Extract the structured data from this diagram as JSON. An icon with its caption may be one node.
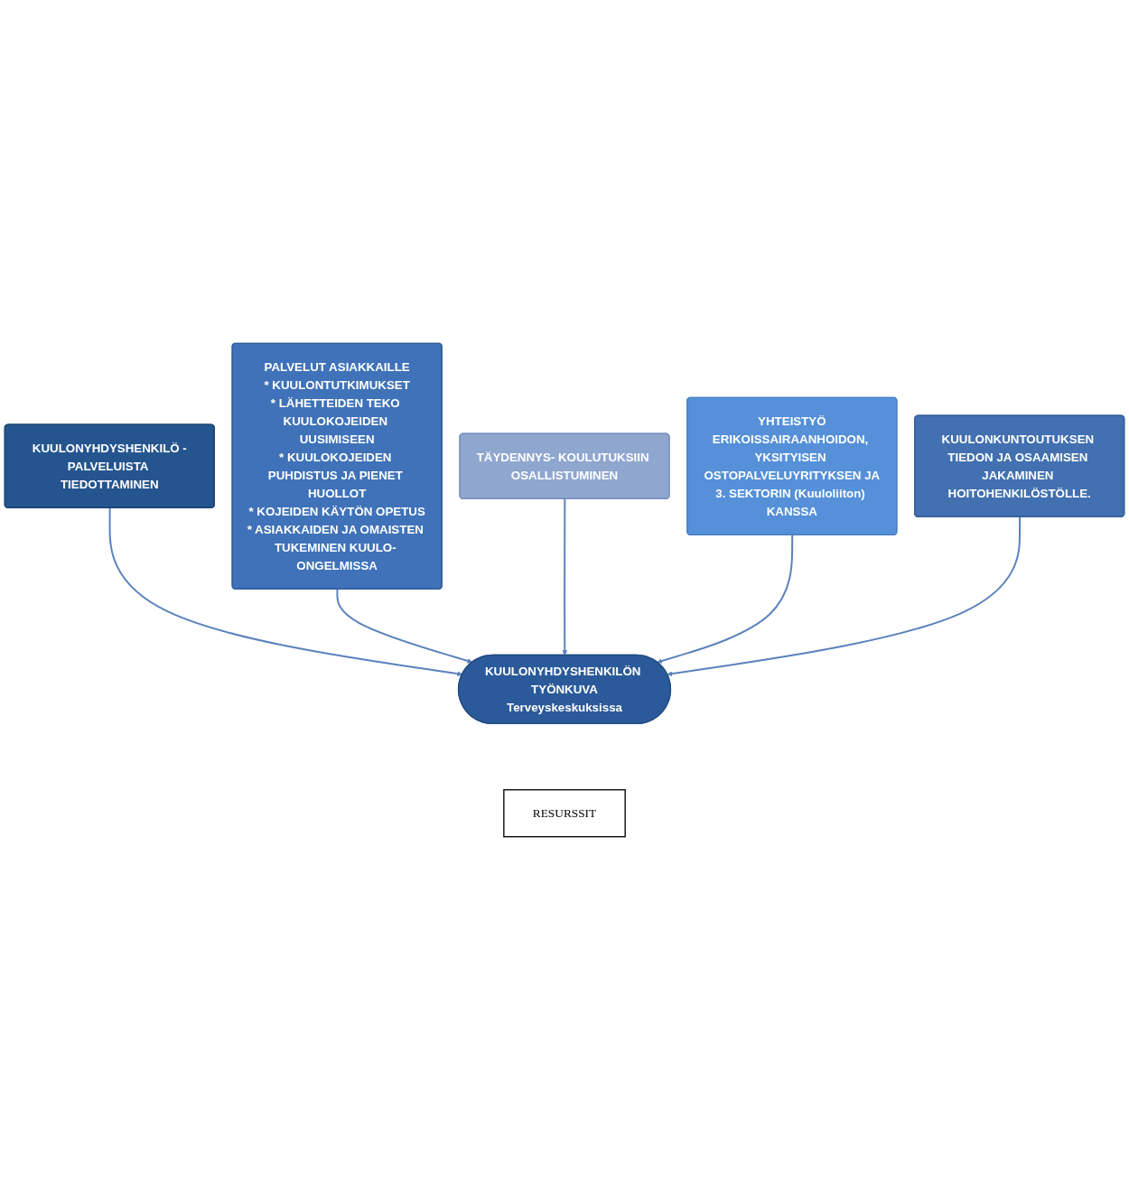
{
  "diagram": {
    "nodes": [
      {
        "text": [
          "PALVELUT ASIAKKAILLE",
          "* KUULONTUTKIMUKSET",
          "* LÄHETTEIDEN TEKO KUULOKOJEIDEN UUSIMISEEN",
          "* KUULOKOJEIDEN PUHDISTUS JA PIENET HUOLLOT",
          "* KOJEIDEN KÄYTÖN OPETUS",
          "* ASIAKKAIDEN JA OMAISTEN TUKEMINEN KUULO- ONGELMISSA"
        ]
      },
      {
        "text": [
          "KUULONYHDYSHENKILÖ -PALVELUISTA TIEDOTTAMINEN"
        ]
      },
      {
        "text": [
          "TÄYDENNYS- KOULUTUKSIIN OSALLISTUMINEN"
        ]
      },
      {
        "text": [
          "KUULONYHDYSHENKILÖN TYÖNKUVA",
          "Terveyskeskuksissa"
        ]
      },
      {
        "text": [
          "YHTEISTYÖ",
          "ERIKOISSAIRAANHOIDON, YKSITYISEN OSTOPALVELUYRITYKSEN JA",
          "3. SEKTORIN (Kuuloliiton) KANSSA"
        ]
      },
      {
        "text": [
          "KUULONKUNTOUTUKSEN TIEDON JA OSAAMISEN JAKAMINEN HOITOHENKILÖSTÖLLE."
        ]
      },
      {
        "text": [
          "RESURSSIT"
        ]
      }
    ],
    "edges": [
      {
        "from": 1,
        "to": 3,
        "arrow": "to"
      },
      {
        "from": 0,
        "to": 3,
        "arrow": "to"
      },
      {
        "from": 2,
        "to": 3,
        "arrow": "to"
      },
      {
        "from": 4,
        "to": 3,
        "arrow": "to"
      },
      {
        "from": 5,
        "to": 3,
        "arrow": "to"
      }
    ]
  }
}
